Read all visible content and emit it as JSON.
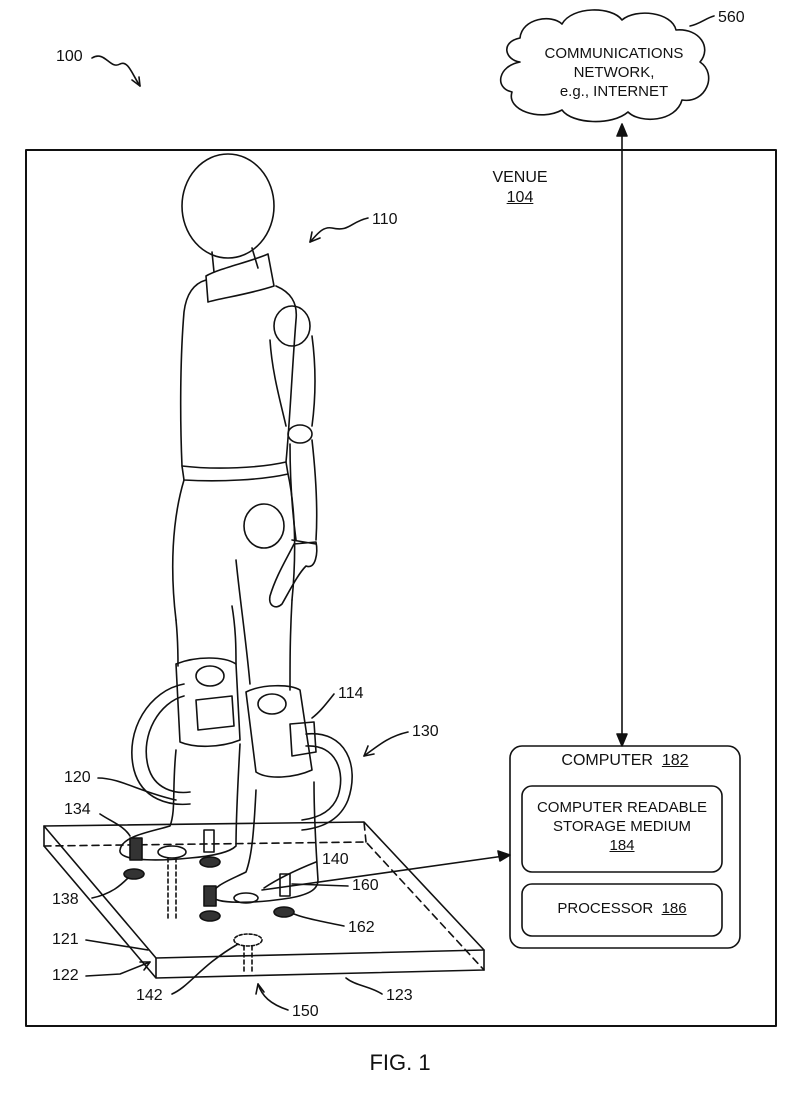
{
  "labels": {
    "system": "100",
    "network_ref": "560",
    "network_lines": [
      "COMMUNICATIONS",
      "NETWORK,",
      "e.g., INTERNET"
    ],
    "venue": "VENUE",
    "venue_ref": "104",
    "mannequin_ref": "110",
    "leg_brace_ref": "114",
    "boot_ref": "120",
    "cable_ref": "130",
    "connector_left_ref": "134",
    "receptacle_left_ref": "138",
    "connector_right_ref": "140",
    "plate_top_ref": "121",
    "plate_side_ref": "122",
    "plate_bottom_ref": "123",
    "bolt_ref": "142",
    "bolt_lower_ref": "150",
    "connector_pin_ref": "160",
    "receptacle_right_ref": "162",
    "computer": "COMPUTER",
    "computer_ref": "182",
    "storage_lines": [
      "COMPUTER READABLE",
      "STORAGE MEDIUM"
    ],
    "storage_ref": "184",
    "processor": "PROCESSOR",
    "processor_ref": "186",
    "figure_caption": "FIG. 1"
  }
}
